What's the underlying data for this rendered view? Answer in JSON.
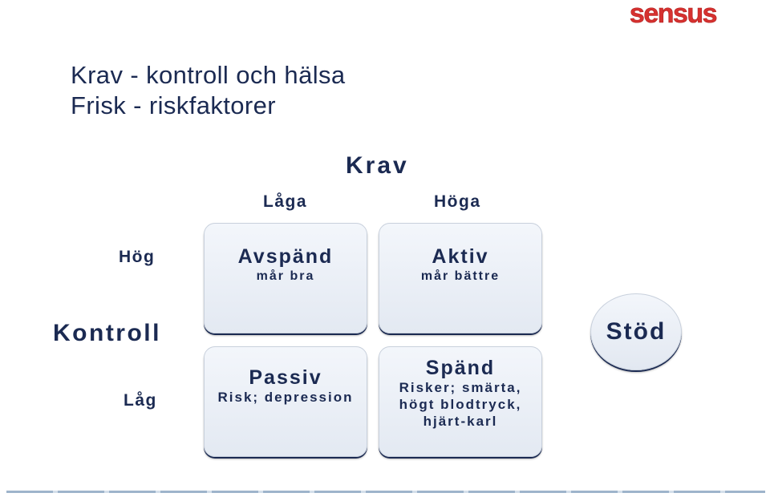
{
  "logo": {
    "text": "sensus",
    "color": "#d6312f"
  },
  "title": {
    "line1": "Krav - kontroll och hälsa",
    "line2": "Frisk - riskfaktorer"
  },
  "axes": {
    "krav": "Krav",
    "krav_low": "Låga",
    "krav_high": "Höga",
    "kontroll": "Kontroll",
    "kontroll_high": "Hög",
    "kontroll_low": "Låg"
  },
  "quadrants": [
    {
      "head": "Avspänd",
      "lines": [
        "mår bra"
      ]
    },
    {
      "head": "Aktiv",
      "lines": [
        "mår bättre"
      ]
    },
    {
      "head": "Passiv",
      "lines": [
        "Risk; depression"
      ]
    },
    {
      "head": "Spänd",
      "lines": [
        "Risker; smärta,",
        "högt blodtryck,",
        "hjärt-karl"
      ]
    }
  ],
  "support": "Stöd",
  "colors": {
    "text": "#1b2a52",
    "box_fill": "#e8edf4",
    "box_border": "#c8d0dc",
    "logo_red": "#d6312f"
  }
}
